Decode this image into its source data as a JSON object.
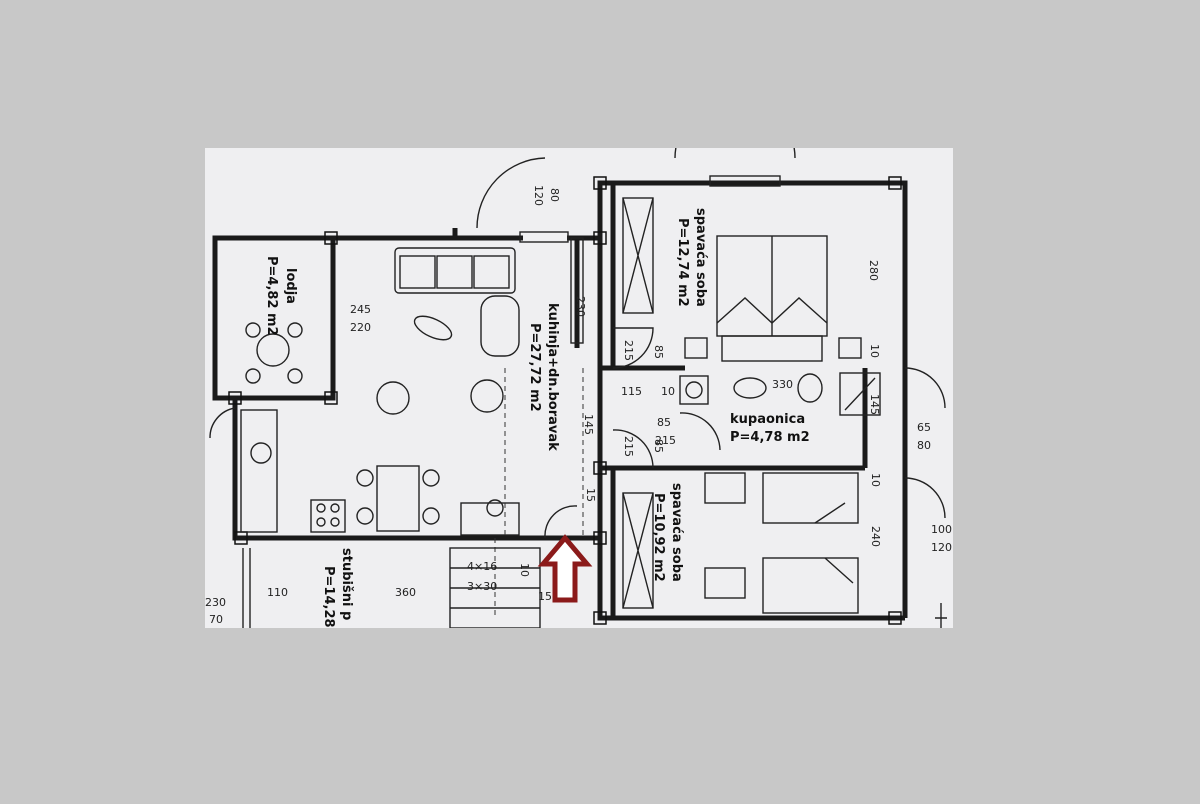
{
  "rooms": {
    "lodja": {
      "name": "lodja",
      "area": "P=4,82 m2"
    },
    "kitchen": {
      "name": "kuhinja+dn.boravak",
      "area": "P=27,72 m2"
    },
    "bedroom1": {
      "name": "spavaća soba",
      "area": "P=12,74 m2"
    },
    "bathroom": {
      "name": "kupaonica",
      "area": "P=4,78 m2"
    },
    "bedroom2": {
      "name": "spavaća soba",
      "area": "P=10,92 m2"
    },
    "stairs": {
      "name": "stubišni p",
      "area": "P=14,28"
    }
  },
  "dimensions": {
    "d80": "80",
    "d120": "120",
    "d245": "245",
    "d220": "220",
    "d230": "230",
    "d280": "280",
    "d215a": "215",
    "d85a": "85",
    "d10a": "10",
    "d115": "115",
    "d10b": "10",
    "d330": "330",
    "d145a": "145",
    "d145b": "145",
    "d85b": "85",
    "d215b": "215",
    "d215c": "215",
    "d85c": "85",
    "d65": "65",
    "d80b": "80",
    "d15": "15",
    "d10c": "10",
    "d240": "240",
    "d100": "100",
    "d120b": "120",
    "d110": "110",
    "d360": "360",
    "d10d": "10",
    "d15b": "15",
    "d230b": "230",
    "d70": "70",
    "stair1": "4×16",
    "stair2": "3×30"
  },
  "arrow": {
    "color": "#8b1a1a",
    "direction": "up"
  },
  "colors": {
    "page": "#c8c8c8",
    "paper": "#efeff1",
    "ink": "#1a1a1a"
  }
}
